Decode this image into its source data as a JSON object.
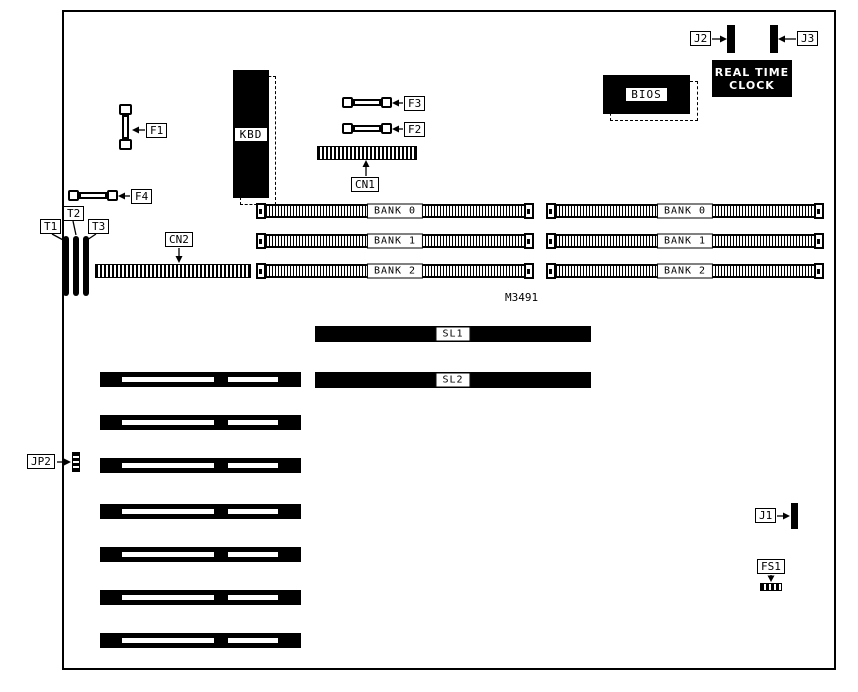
{
  "board": {
    "part_number": "M3491",
    "connectors": {
      "j1": "J1",
      "j2": "J2",
      "j3": "J3",
      "jp2": "JP2",
      "cn1": "CN1",
      "cn2": "CN2",
      "kbd": "KBD",
      "t1": "T1",
      "t2": "T2",
      "t3": "T3",
      "fs1": "FS1"
    },
    "fuses": {
      "f1": "F1",
      "f2": "F2",
      "f3": "F3",
      "f4": "F4"
    },
    "chips": {
      "bios": "BIOS",
      "rtc_line1": "REAL TIME",
      "rtc_line2": "CLOCK"
    },
    "slots": {
      "sl1": "SL1",
      "sl2": "SL2"
    },
    "memory_banks": [
      "BANK 0",
      "BANK 1",
      "BANK 2"
    ],
    "colors": {
      "ink": "#000000",
      "paper": "#ffffff"
    }
  }
}
